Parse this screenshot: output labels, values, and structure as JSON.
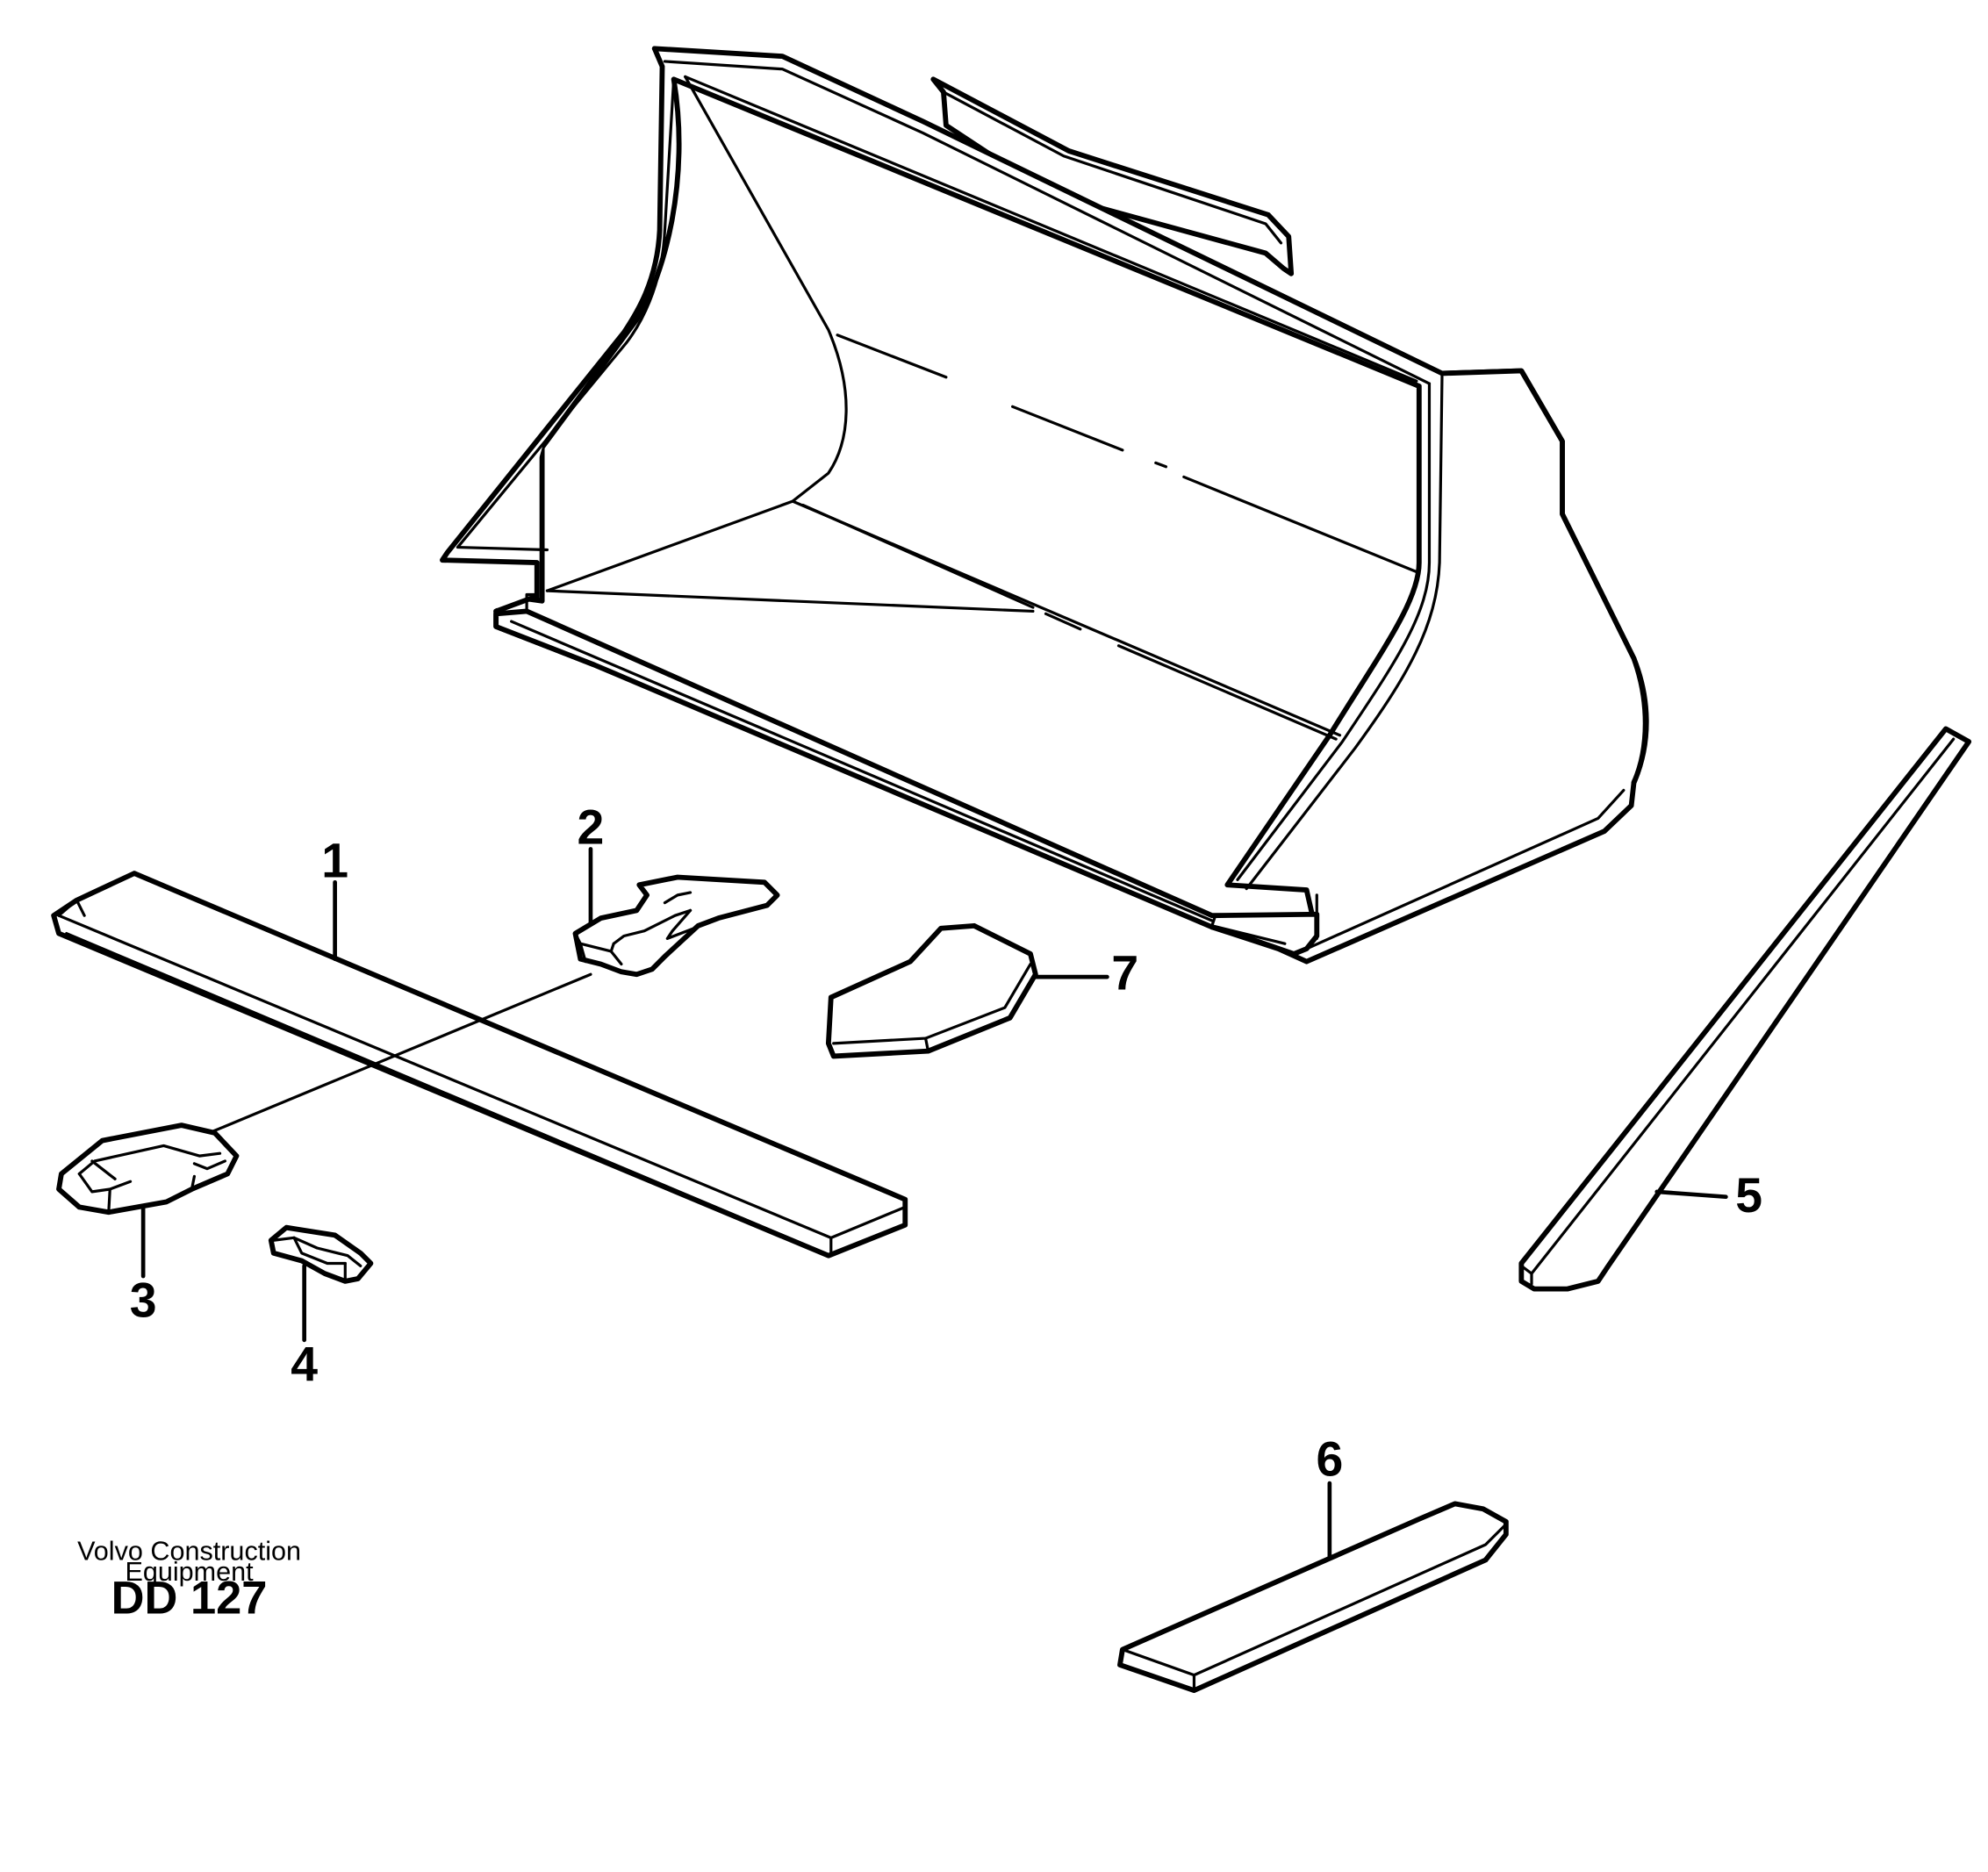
{
  "diagram": {
    "callouts": [
      {
        "id": "1",
        "label": "1"
      },
      {
        "id": "2",
        "label": "2"
      },
      {
        "id": "3",
        "label": "3"
      },
      {
        "id": "4",
        "label": "4"
      },
      {
        "id": "5",
        "label": "5"
      },
      {
        "id": "6",
        "label": "6"
      },
      {
        "id": "7",
        "label": "7"
      }
    ],
    "caption": {
      "line1": "Volvo Construction",
      "line2": "Equipment",
      "code": "DD 127"
    }
  }
}
